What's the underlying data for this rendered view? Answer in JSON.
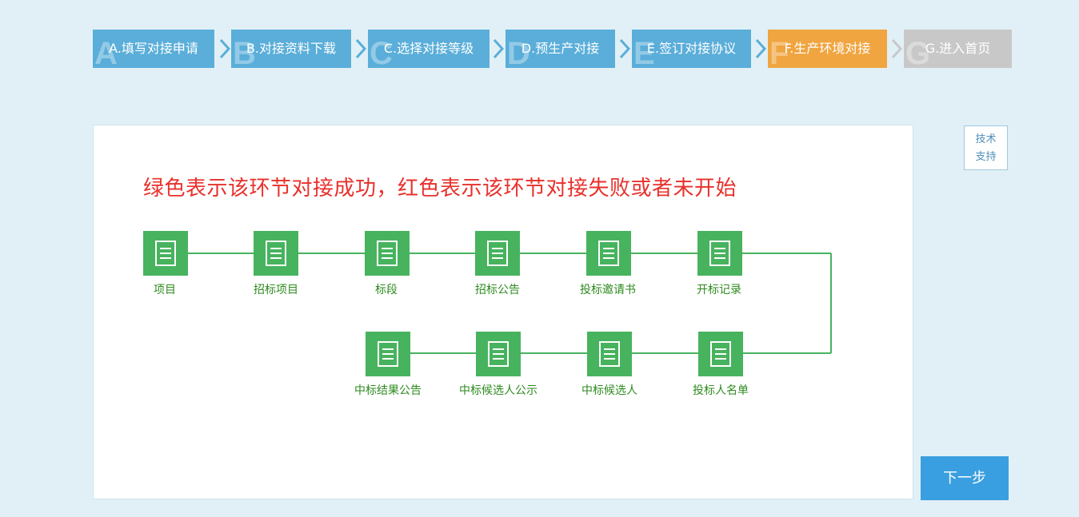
{
  "steps": [
    {
      "letter": "A",
      "label": "A.填写对接申请",
      "state": "done"
    },
    {
      "letter": "B",
      "label": "B.对接资料下载",
      "state": "done"
    },
    {
      "letter": "C",
      "label": "C.选择对接等级",
      "state": "done"
    },
    {
      "letter": "D",
      "label": "D.预生产对接",
      "state": "done"
    },
    {
      "letter": "E",
      "label": "E.签订对接协议",
      "state": "done"
    },
    {
      "letter": "F",
      "label": "F.生产环境对接",
      "state": "current"
    },
    {
      "letter": "G",
      "label": "G.进入首页",
      "state": "todo"
    }
  ],
  "main": {
    "headline": "绿色表示该环节对接成功，红色表示该环节对接失败或者未开始",
    "flow": [
      {
        "label": "项目",
        "status": "success"
      },
      {
        "label": "招标项目",
        "status": "success"
      },
      {
        "label": "标段",
        "status": "success"
      },
      {
        "label": "招标公告",
        "status": "success"
      },
      {
        "label": "投标邀请书",
        "status": "success"
      },
      {
        "label": "开标记录",
        "status": "success"
      },
      {
        "label": "投标人名单",
        "status": "success"
      },
      {
        "label": "中标候选人",
        "status": "success"
      },
      {
        "label": "中标候选人公示",
        "status": "success"
      },
      {
        "label": "中标结果公告",
        "status": "success"
      }
    ]
  },
  "support": {
    "line1": "技术",
    "line2": "支持"
  },
  "next_label": "下一步",
  "colors": {
    "step_done": "#5aaed9",
    "step_current": "#f0a540",
    "step_todo": "#c8c8c8",
    "node_success": "#47b35e",
    "headline": "#e8302c",
    "next_button": "#3a9fe0"
  },
  "icons": {
    "node": "document-icon",
    "step_separator": "chevron-right-icon"
  }
}
